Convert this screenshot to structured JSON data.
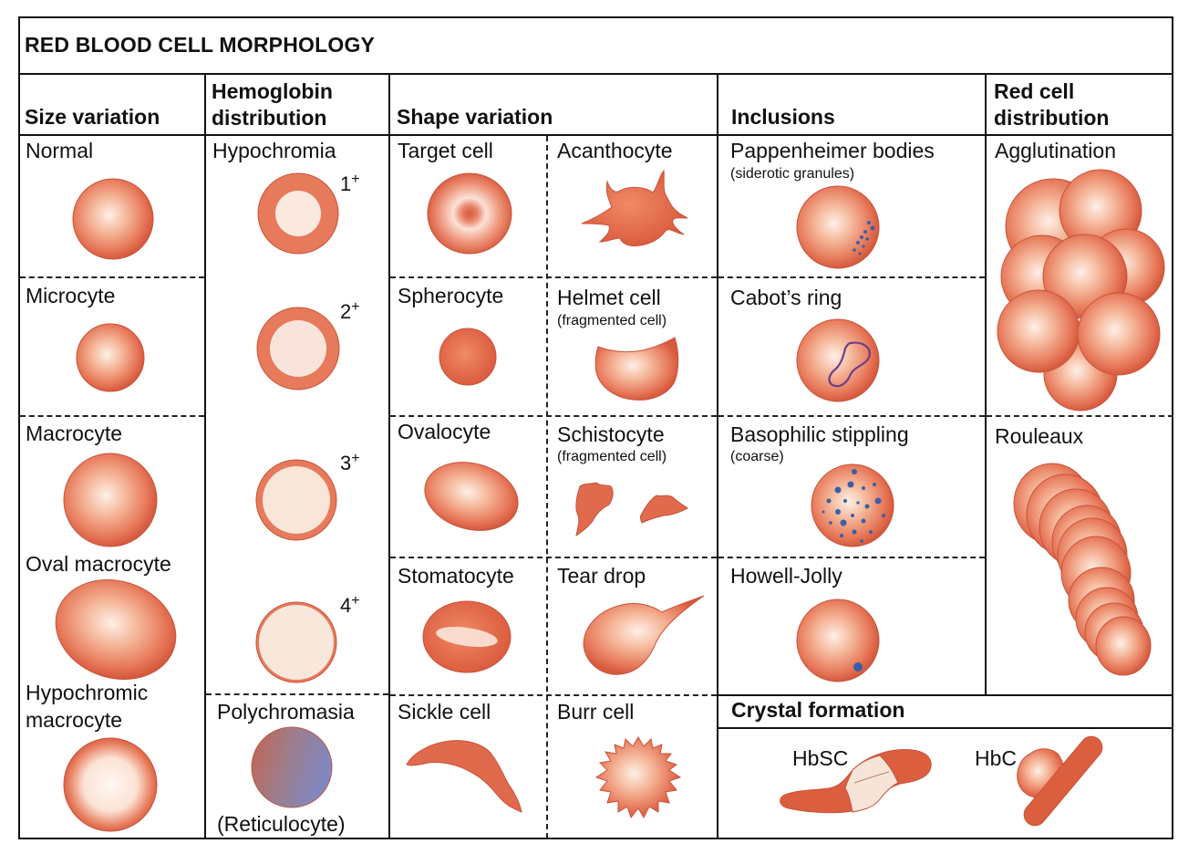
{
  "title": "RED BLOOD CELL MORPHOLOGY",
  "columns": [
    {
      "header": "Size variation"
    },
    {
      "header_line1": "Hemoglobin",
      "header_line2": "distribution"
    },
    {
      "header": "Shape variation"
    },
    {
      "header": "Inclusions"
    },
    {
      "header_line1": "Red cell",
      "header_line2": "distribution"
    }
  ],
  "size_variation": {
    "normal": "Normal",
    "microcyte": "Microcyte",
    "macrocyte": "Macrocyte",
    "oval_macrocyte": "Oval macrocyte",
    "hypochromic_macrocyte_line1": "Hypochromic",
    "hypochromic_macrocyte_line2": "macrocyte"
  },
  "hemoglobin_distribution": {
    "hypochromia": "Hypochromia",
    "grades": [
      {
        "num": "1",
        "sup": "+"
      },
      {
        "num": "2",
        "sup": "+"
      },
      {
        "num": "3",
        "sup": "+"
      },
      {
        "num": "4",
        "sup": "+"
      }
    ],
    "polychromasia": "Polychromasia",
    "reticulocyte": "(Reticulocyte)"
  },
  "shape_variation": {
    "target_cell": "Target cell",
    "acanthocyte": "Acanthocyte",
    "spherocyte": "Spherocyte",
    "helmet_cell": "Helmet cell",
    "helmet_cell_note": "(fragmented cell)",
    "ovalocyte": "Ovalocyte",
    "schistocyte": "Schistocyte",
    "schistocyte_note": "(fragmented cell)",
    "stomatocyte": "Stomatocyte",
    "tear_drop": "Tear drop",
    "sickle_cell": "Sickle cell",
    "burr_cell": "Burr cell"
  },
  "inclusions": {
    "pappenheimer": "Pappenheimer bodies",
    "pappenheimer_note": "(siderotic granules)",
    "cabots_ring": "Cabot’s ring",
    "basophilic_stippling": "Basophilic stippling",
    "basophilic_note": "(coarse)",
    "howell_jolly": "Howell-Jolly"
  },
  "red_cell_distribution": {
    "agglutination": "Agglutination",
    "rouleaux": "Rouleaux"
  },
  "crystal_formation": {
    "header": "Crystal formation",
    "hbsc": "HbSC",
    "hbc": "HbC"
  },
  "colors": {
    "cell_edge": "#d9543a",
    "cell_mid": "#ec8a6a",
    "cell_center": "#fbe6dc",
    "pale": "#f7e6dc",
    "inclusion_blue": "#3a5fa8",
    "polychromasia": "#9a7f9a",
    "border": "#111111"
  }
}
